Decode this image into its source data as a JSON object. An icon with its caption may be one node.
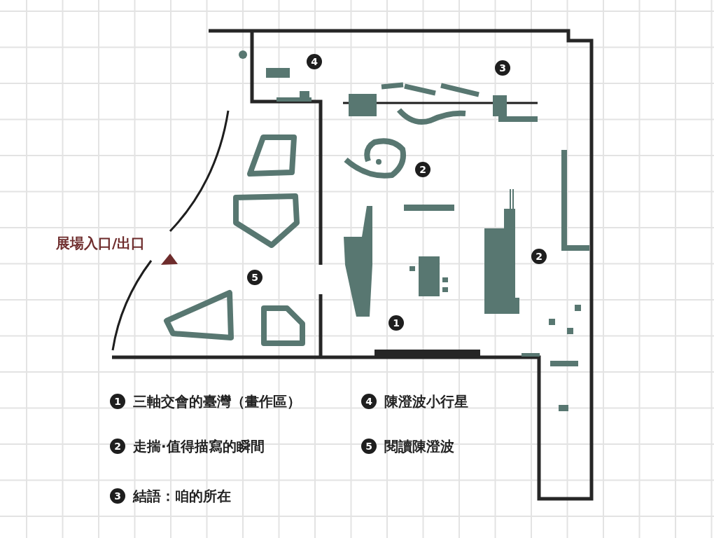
{
  "diagram": {
    "labels": [
      "4",
      "3",
      "2",
      "展場入口/出口",
      "2",
      "5",
      "1",
      "1",
      "三軸交會的臺灣（畫作區）",
      "4",
      "陳澄波小行星",
      "2",
      "走揣·值得描寫的瞬間",
      "5",
      "閱讀陳澄波",
      "3",
      "結語：咱的所在"
    ]
  }
}
